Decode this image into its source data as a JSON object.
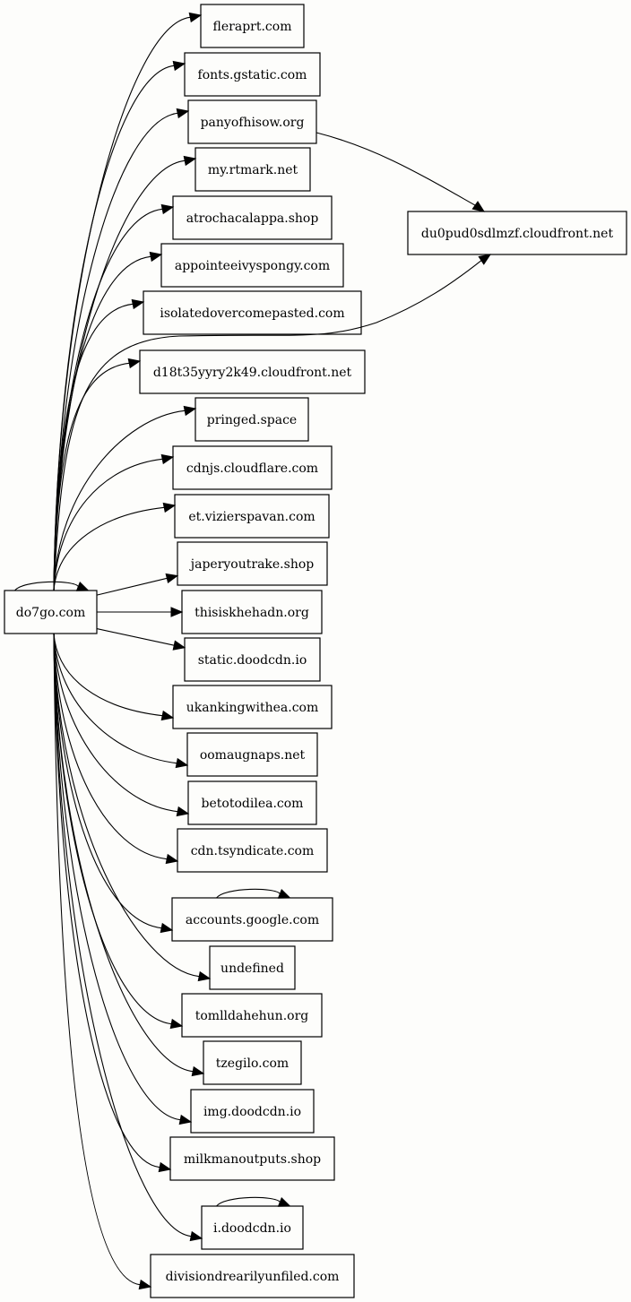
{
  "graph": {
    "nodes": [
      {
        "id": "do7go",
        "label": "do7go.com"
      },
      {
        "id": "fleraprt",
        "label": "fleraprt.com"
      },
      {
        "id": "gstatic",
        "label": "fonts.gstatic.com"
      },
      {
        "id": "panyofhisow",
        "label": "panyofhisow.org"
      },
      {
        "id": "rtmark",
        "label": "my.rtmark.net"
      },
      {
        "id": "atrochacalappa",
        "label": "atrochacalappa.shop"
      },
      {
        "id": "appointeeivyspongy",
        "label": "appointeeivyspongy.com"
      },
      {
        "id": "isolatedovercomepasted",
        "label": "isolatedovercomepasted.com"
      },
      {
        "id": "d18t35",
        "label": "d18t35yyry2k49.cloudfront.net"
      },
      {
        "id": "pringed",
        "label": "pringed.space"
      },
      {
        "id": "cdnjs",
        "label": "cdnjs.cloudflare.com"
      },
      {
        "id": "vizierspavan",
        "label": "et.vizierspavan.com"
      },
      {
        "id": "japeryoutrake",
        "label": "japeryoutrake.shop"
      },
      {
        "id": "thisiskhehadn",
        "label": "thisiskhehadn.org"
      },
      {
        "id": "staticdood",
        "label": "static.doodcdn.io"
      },
      {
        "id": "ukankingwithea",
        "label": "ukankingwithea.com"
      },
      {
        "id": "oomaugnaps",
        "label": "oomaugnaps.net"
      },
      {
        "id": "betotodilea",
        "label": "betotodilea.com"
      },
      {
        "id": "tsyndicate",
        "label": "cdn.tsyndicate.com"
      },
      {
        "id": "google",
        "label": "accounts.google.com"
      },
      {
        "id": "undefined",
        "label": "undefined"
      },
      {
        "id": "tomlldahehun",
        "label": "tomlldahehun.org"
      },
      {
        "id": "tzegilo",
        "label": "tzegilo.com"
      },
      {
        "id": "imgdood",
        "label": "img.doodcdn.io"
      },
      {
        "id": "milkman",
        "label": "milkmanoutputs.shop"
      },
      {
        "id": "idood",
        "label": "i.doodcdn.io"
      },
      {
        "id": "divisiondrearily",
        "label": "divisiondrearilyunfiled.com"
      },
      {
        "id": "du0pud",
        "label": "du0pud0sdlmzf.cloudfront.net"
      }
    ],
    "edges": [
      {
        "from": "do7go",
        "to": "do7go"
      },
      {
        "from": "do7go",
        "to": "fleraprt"
      },
      {
        "from": "do7go",
        "to": "gstatic"
      },
      {
        "from": "do7go",
        "to": "panyofhisow"
      },
      {
        "from": "do7go",
        "to": "rtmark"
      },
      {
        "from": "do7go",
        "to": "atrochacalappa"
      },
      {
        "from": "do7go",
        "to": "appointeeivyspongy"
      },
      {
        "from": "do7go",
        "to": "isolatedovercomepasted"
      },
      {
        "from": "do7go",
        "to": "du0pud"
      },
      {
        "from": "do7go",
        "to": "d18t35"
      },
      {
        "from": "do7go",
        "to": "pringed"
      },
      {
        "from": "do7go",
        "to": "cdnjs"
      },
      {
        "from": "do7go",
        "to": "vizierspavan"
      },
      {
        "from": "do7go",
        "to": "japeryoutrake"
      },
      {
        "from": "do7go",
        "to": "thisiskhehadn"
      },
      {
        "from": "do7go",
        "to": "staticdood"
      },
      {
        "from": "do7go",
        "to": "ukankingwithea"
      },
      {
        "from": "do7go",
        "to": "oomaugnaps"
      },
      {
        "from": "do7go",
        "to": "betotodilea"
      },
      {
        "from": "do7go",
        "to": "tsyndicate"
      },
      {
        "from": "do7go",
        "to": "google"
      },
      {
        "from": "do7go",
        "to": "undefined"
      },
      {
        "from": "do7go",
        "to": "tomlldahehun"
      },
      {
        "from": "do7go",
        "to": "tzegilo"
      },
      {
        "from": "do7go",
        "to": "imgdood"
      },
      {
        "from": "do7go",
        "to": "milkman"
      },
      {
        "from": "do7go",
        "to": "idood"
      },
      {
        "from": "do7go",
        "to": "divisiondrearily"
      },
      {
        "from": "panyofhisow",
        "to": "du0pud"
      },
      {
        "from": "google",
        "to": "google"
      },
      {
        "from": "idood",
        "to": "idood"
      }
    ]
  }
}
